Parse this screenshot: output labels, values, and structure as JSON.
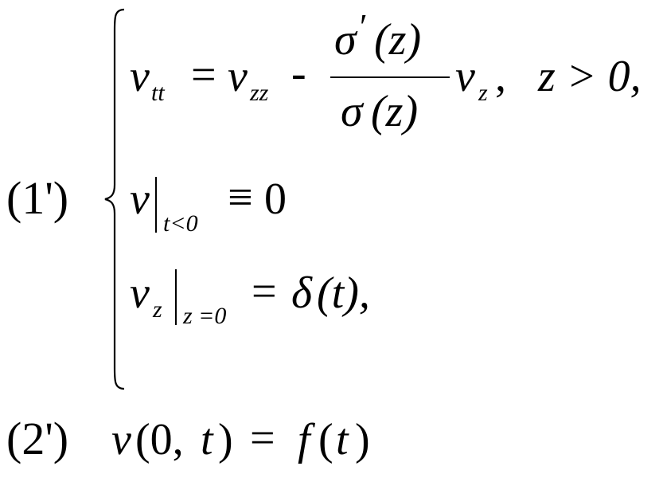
{
  "equations": {
    "eq1": {
      "label": "(1')",
      "row1": {
        "lhs_var": "v",
        "lhs_sub": "tt",
        "equals": "=",
        "rhs_var": "v",
        "rhs_sub": "zz",
        "minus": "-",
        "num_sigma": "σ",
        "num_prime": "′",
        "num_arg": "(z)",
        "den_sigma": "σ",
        "den_arg": "(z)",
        "after_var": "v",
        "after_sub": "z",
        "comma": ",",
        "cond": "z > 0,"
      },
      "row2": {
        "var": "v",
        "restrict_sub": "t<0",
        "equiv": "≡",
        "rhs": "0"
      },
      "row3": {
        "var": "v",
        "var_sub": "z",
        "restrict_sub": "z =0",
        "equals": "=",
        "delta": "δ",
        "arg": "(t),"
      }
    },
    "eq2": {
      "label": "(2')",
      "var": "v",
      "args": "(0,",
      "t_var": "t",
      "close": ")",
      "equals": "=",
      "f": "f",
      "f_arg_open": "(",
      "f_arg_t": "t",
      "f_arg_close": ")"
    }
  }
}
